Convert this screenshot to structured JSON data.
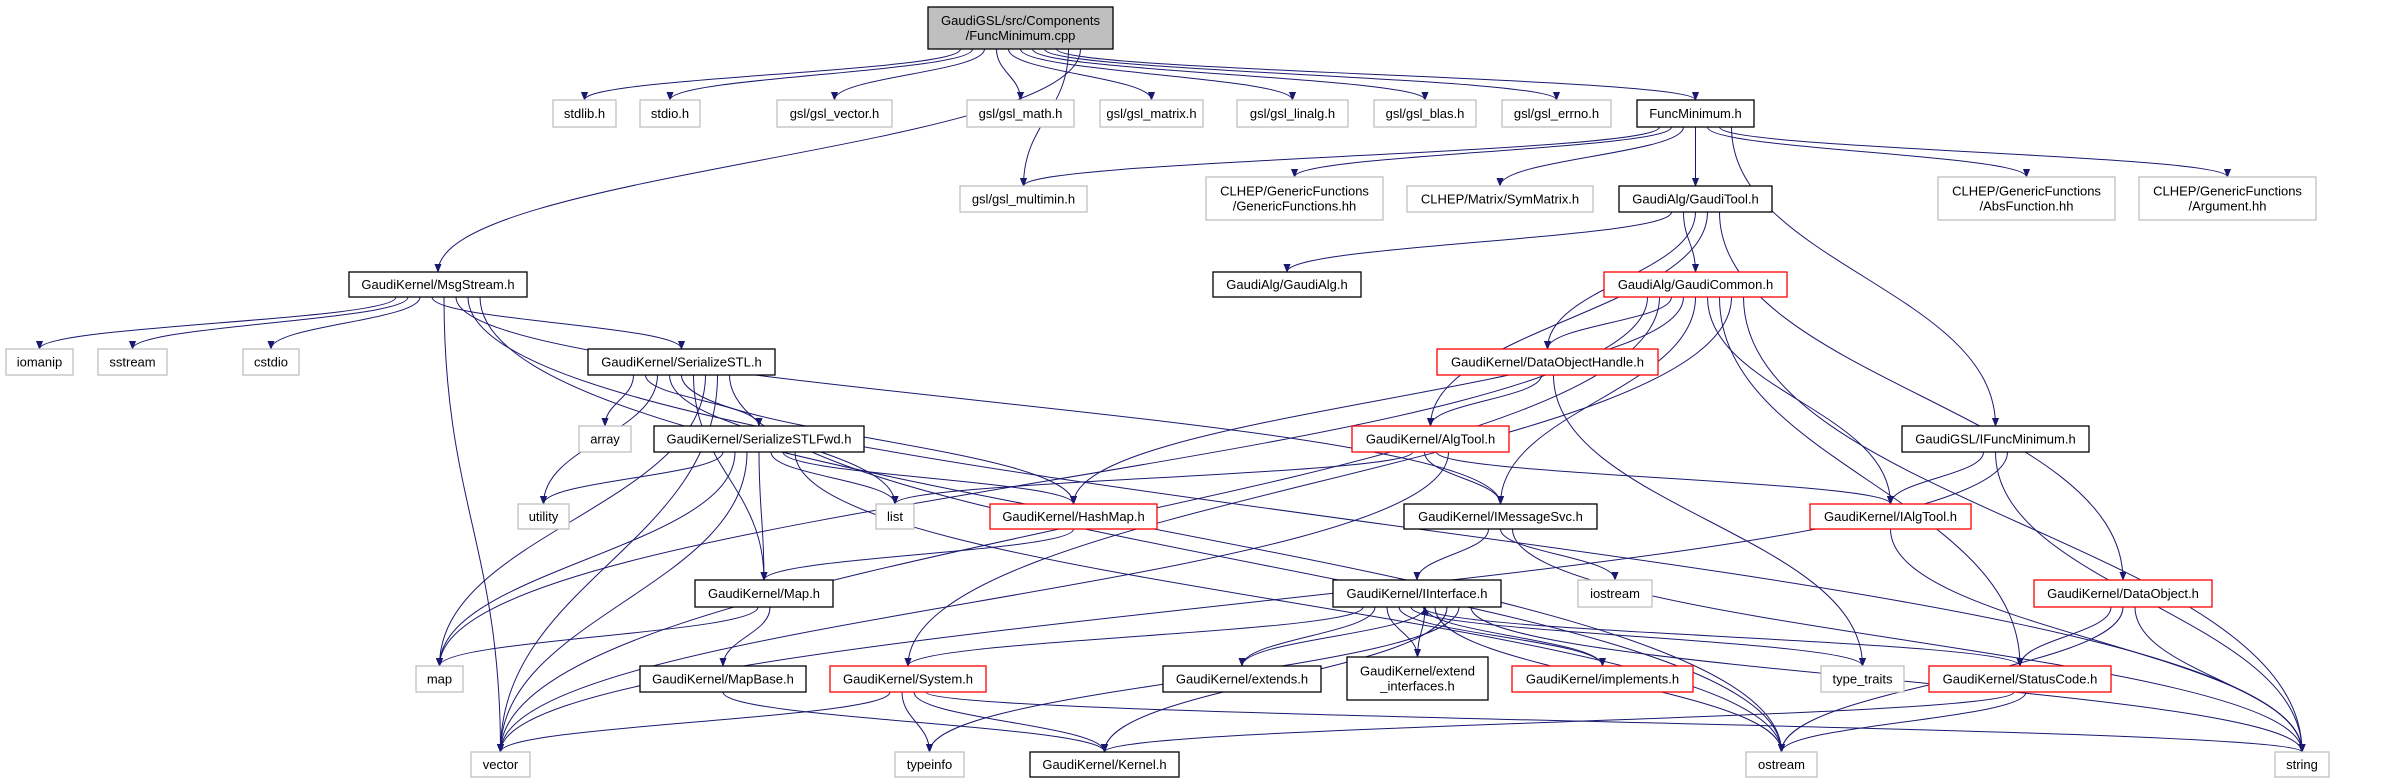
{
  "colors": {
    "edge": "#191970",
    "root_fill": "#bfbfbf",
    "documented_border": "#000000",
    "truncated_border": "#ff0000",
    "external_border": "#bfbfbf"
  },
  "nodes": [
    {
      "id": "root",
      "label": [
        "GaudiGSL/src/Components",
        "/FuncMinimum.cpp"
      ],
      "kind": "root"
    },
    {
      "id": "stdlib",
      "label": [
        "stdlib.h"
      ],
      "kind": "external"
    },
    {
      "id": "stdio",
      "label": [
        "stdio.h"
      ],
      "kind": "external"
    },
    {
      "id": "gsl_vector",
      "label": [
        "gsl/gsl_vector.h"
      ],
      "kind": "external"
    },
    {
      "id": "gsl_math",
      "label": [
        "gsl/gsl_math.h"
      ],
      "kind": "external"
    },
    {
      "id": "gsl_matrix",
      "label": [
        "gsl/gsl_matrix.h"
      ],
      "kind": "external"
    },
    {
      "id": "gsl_linalg",
      "label": [
        "gsl/gsl_linalg.h"
      ],
      "kind": "external"
    },
    {
      "id": "gsl_blas",
      "label": [
        "gsl/gsl_blas.h"
      ],
      "kind": "external"
    },
    {
      "id": "gsl_errno",
      "label": [
        "gsl/gsl_errno.h"
      ],
      "kind": "external"
    },
    {
      "id": "funcmin_h",
      "label": [
        "FuncMinimum.h"
      ],
      "kind": "documented"
    },
    {
      "id": "gsl_multimin",
      "label": [
        "gsl/gsl_multimin.h"
      ],
      "kind": "external"
    },
    {
      "id": "genfuncs",
      "label": [
        "CLHEP/GenericFunctions",
        "/GenericFunctions.hh"
      ],
      "kind": "external"
    },
    {
      "id": "symmatrix",
      "label": [
        "CLHEP/Matrix/SymMatrix.h"
      ],
      "kind": "external"
    },
    {
      "id": "gauditool",
      "label": [
        "GaudiAlg/GaudiTool.h"
      ],
      "kind": "documented"
    },
    {
      "id": "absfunc",
      "label": [
        "CLHEP/GenericFunctions",
        "/AbsFunction.hh"
      ],
      "kind": "external"
    },
    {
      "id": "argument",
      "label": [
        "CLHEP/GenericFunctions",
        "/Argument.hh"
      ],
      "kind": "external"
    },
    {
      "id": "msgstream",
      "label": [
        "GaudiKernel/MsgStream.h"
      ],
      "kind": "documented"
    },
    {
      "id": "gaudialg",
      "label": [
        "GaudiAlg/GaudiAlg.h"
      ],
      "kind": "documented"
    },
    {
      "id": "gaudicommon",
      "label": [
        "GaudiAlg/GaudiCommon.h"
      ],
      "kind": "truncated"
    },
    {
      "id": "iomanip",
      "label": [
        "iomanip"
      ],
      "kind": "external"
    },
    {
      "id": "sstream",
      "label": [
        "sstream"
      ],
      "kind": "external"
    },
    {
      "id": "cstdio",
      "label": [
        "cstdio"
      ],
      "kind": "external"
    },
    {
      "id": "serializestl",
      "label": [
        "GaudiKernel/SerializeSTL.h"
      ],
      "kind": "documented"
    },
    {
      "id": "dataobjhandle",
      "label": [
        "GaudiKernel/DataObjectHandle.h"
      ],
      "kind": "truncated"
    },
    {
      "id": "array",
      "label": [
        "array"
      ],
      "kind": "external"
    },
    {
      "id": "serializestlfwd",
      "label": [
        "GaudiKernel/SerializeSTLFwd.h"
      ],
      "kind": "documented"
    },
    {
      "id": "algtool",
      "label": [
        "GaudiKernel/AlgTool.h"
      ],
      "kind": "truncated"
    },
    {
      "id": "ifuncmin",
      "label": [
        "GaudiGSL/IFuncMinimum.h"
      ],
      "kind": "documented"
    },
    {
      "id": "utility",
      "label": [
        "utility"
      ],
      "kind": "external"
    },
    {
      "id": "list",
      "label": [
        "list"
      ],
      "kind": "external"
    },
    {
      "id": "hashmap",
      "label": [
        "GaudiKernel/HashMap.h"
      ],
      "kind": "truncated"
    },
    {
      "id": "imessagesvc",
      "label": [
        "GaudiKernel/IMessageSvc.h"
      ],
      "kind": "documented"
    },
    {
      "id": "ialgtool",
      "label": [
        "GaudiKernel/IAlgTool.h"
      ],
      "kind": "truncated"
    },
    {
      "id": "map_h",
      "label": [
        "GaudiKernel/Map.h"
      ],
      "kind": "documented"
    },
    {
      "id": "iinterface",
      "label": [
        "GaudiKernel/IInterface.h"
      ],
      "kind": "documented"
    },
    {
      "id": "iostream",
      "label": [
        "iostream"
      ],
      "kind": "external"
    },
    {
      "id": "dataobject",
      "label": [
        "GaudiKernel/DataObject.h"
      ],
      "kind": "truncated"
    },
    {
      "id": "map",
      "label": [
        "map"
      ],
      "kind": "external"
    },
    {
      "id": "mapbase",
      "label": [
        "GaudiKernel/MapBase.h"
      ],
      "kind": "documented"
    },
    {
      "id": "system",
      "label": [
        "GaudiKernel/System.h"
      ],
      "kind": "truncated"
    },
    {
      "id": "extends",
      "label": [
        "GaudiKernel/extends.h"
      ],
      "kind": "documented"
    },
    {
      "id": "extend_if",
      "label": [
        "GaudiKernel/extend",
        "_interfaces.h"
      ],
      "kind": "documented"
    },
    {
      "id": "implements",
      "label": [
        "GaudiKernel/implements.h"
      ],
      "kind": "truncated"
    },
    {
      "id": "type_traits",
      "label": [
        "type_traits"
      ],
      "kind": "external"
    },
    {
      "id": "statuscode",
      "label": [
        "GaudiKernel/StatusCode.h"
      ],
      "kind": "truncated"
    },
    {
      "id": "vector",
      "label": [
        "vector"
      ],
      "kind": "external"
    },
    {
      "id": "typeinfo",
      "label": [
        "typeinfo"
      ],
      "kind": "external"
    },
    {
      "id": "kernel",
      "label": [
        "GaudiKernel/Kernel.h"
      ],
      "kind": "documented"
    },
    {
      "id": "ostream",
      "label": [
        "ostream"
      ],
      "kind": "external"
    },
    {
      "id": "string",
      "label": [
        "string"
      ],
      "kind": "external"
    }
  ],
  "edges": [
    [
      "root",
      "stdlib"
    ],
    [
      "root",
      "stdio"
    ],
    [
      "root",
      "gsl_vector"
    ],
    [
      "root",
      "gsl_math"
    ],
    [
      "root",
      "gsl_matrix"
    ],
    [
      "root",
      "gsl_linalg"
    ],
    [
      "root",
      "gsl_blas"
    ],
    [
      "root",
      "gsl_errno"
    ],
    [
      "root",
      "funcmin_h"
    ],
    [
      "root",
      "gsl_multimin"
    ],
    [
      "root",
      "msgstream"
    ],
    [
      "funcmin_h",
      "gsl_multimin"
    ],
    [
      "funcmin_h",
      "genfuncs"
    ],
    [
      "funcmin_h",
      "symmatrix"
    ],
    [
      "funcmin_h",
      "gauditool"
    ],
    [
      "funcmin_h",
      "absfunc"
    ],
    [
      "funcmin_h",
      "argument"
    ],
    [
      "funcmin_h",
      "ifuncmin"
    ],
    [
      "gauditool",
      "gaudialg"
    ],
    [
      "gauditool",
      "gaudicommon"
    ],
    [
      "gauditool",
      "dataobjhandle"
    ],
    [
      "gauditool",
      "algtool"
    ],
    [
      "gauditool",
      "dataobject"
    ],
    [
      "gaudicommon",
      "map"
    ],
    [
      "gaudicommon",
      "vector"
    ],
    [
      "gaudicommon",
      "dataobjhandle"
    ],
    [
      "gaudicommon",
      "hashmap"
    ],
    [
      "gaudicommon",
      "imessagesvc"
    ],
    [
      "gaudicommon",
      "ialgtool"
    ],
    [
      "gaudicommon",
      "statuscode"
    ],
    [
      "gaudicommon",
      "system"
    ],
    [
      "gaudicommon",
      "string"
    ],
    [
      "msgstream",
      "iomanip"
    ],
    [
      "msgstream",
      "sstream"
    ],
    [
      "msgstream",
      "cstdio"
    ],
    [
      "msgstream",
      "serializestl"
    ],
    [
      "msgstream",
      "vector"
    ],
    [
      "msgstream",
      "imessagesvc"
    ],
    [
      "msgstream",
      "string"
    ],
    [
      "msgstream",
      "ostream"
    ],
    [
      "serializestl",
      "array"
    ],
    [
      "serializestl",
      "serializestlfwd"
    ],
    [
      "serializestl",
      "utility"
    ],
    [
      "serializestl",
      "list"
    ],
    [
      "serializestl",
      "hashmap"
    ],
    [
      "serializestl",
      "map_h"
    ],
    [
      "serializestl",
      "map"
    ],
    [
      "serializestl",
      "vector"
    ],
    [
      "serializestl",
      "ostream"
    ],
    [
      "serializestlfwd",
      "utility"
    ],
    [
      "serializestlfwd",
      "map"
    ],
    [
      "serializestlfwd",
      "vector"
    ],
    [
      "serializestlfwd",
      "map_h"
    ],
    [
      "serializestlfwd",
      "list"
    ],
    [
      "serializestlfwd",
      "hashmap"
    ],
    [
      "serializestlfwd",
      "ostream"
    ],
    [
      "hashmap",
      "map_h"
    ],
    [
      "map_h",
      "map"
    ],
    [
      "map_h",
      "mapbase"
    ],
    [
      "mapbase",
      "kernel"
    ],
    [
      "system",
      "vector"
    ],
    [
      "system",
      "typeinfo"
    ],
    [
      "system",
      "kernel"
    ],
    [
      "system",
      "string"
    ],
    [
      "dataobjhandle",
      "algtool"
    ],
    [
      "dataobjhandle",
      "type_traits"
    ],
    [
      "algtool",
      "list"
    ],
    [
      "algtool",
      "imessagesvc"
    ],
    [
      "algtool",
      "ialgtool"
    ],
    [
      "algtool",
      "vector"
    ],
    [
      "imessagesvc",
      "iinterface"
    ],
    [
      "imessagesvc",
      "iostream"
    ],
    [
      "imessagesvc",
      "string"
    ],
    [
      "ifuncmin",
      "ialgtool"
    ],
    [
      "ifuncmin",
      "string"
    ],
    [
      "ifuncmin",
      "vector"
    ],
    [
      "ialgtool",
      "string"
    ],
    [
      "iinterface",
      "system"
    ],
    [
      "iinterface",
      "extends"
    ],
    [
      "extends",
      "iinterface"
    ],
    [
      "iinterface",
      "extend_if"
    ],
    [
      "extend_if",
      "iinterface"
    ],
    [
      "iinterface",
      "implements"
    ],
    [
      "implements",
      "iinterface"
    ],
    [
      "iinterface",
      "type_traits"
    ],
    [
      "iinterface",
      "statuscode"
    ],
    [
      "iinterface",
      "ostream"
    ],
    [
      "iinterface",
      "kernel"
    ],
    [
      "iinterface",
      "typeinfo"
    ],
    [
      "iinterface",
      "string"
    ],
    [
      "dataobject",
      "statuscode"
    ],
    [
      "dataobject",
      "ostream"
    ],
    [
      "dataobject",
      "string"
    ],
    [
      "statuscode",
      "kernel"
    ],
    [
      "statuscode",
      "ostream"
    ]
  ]
}
